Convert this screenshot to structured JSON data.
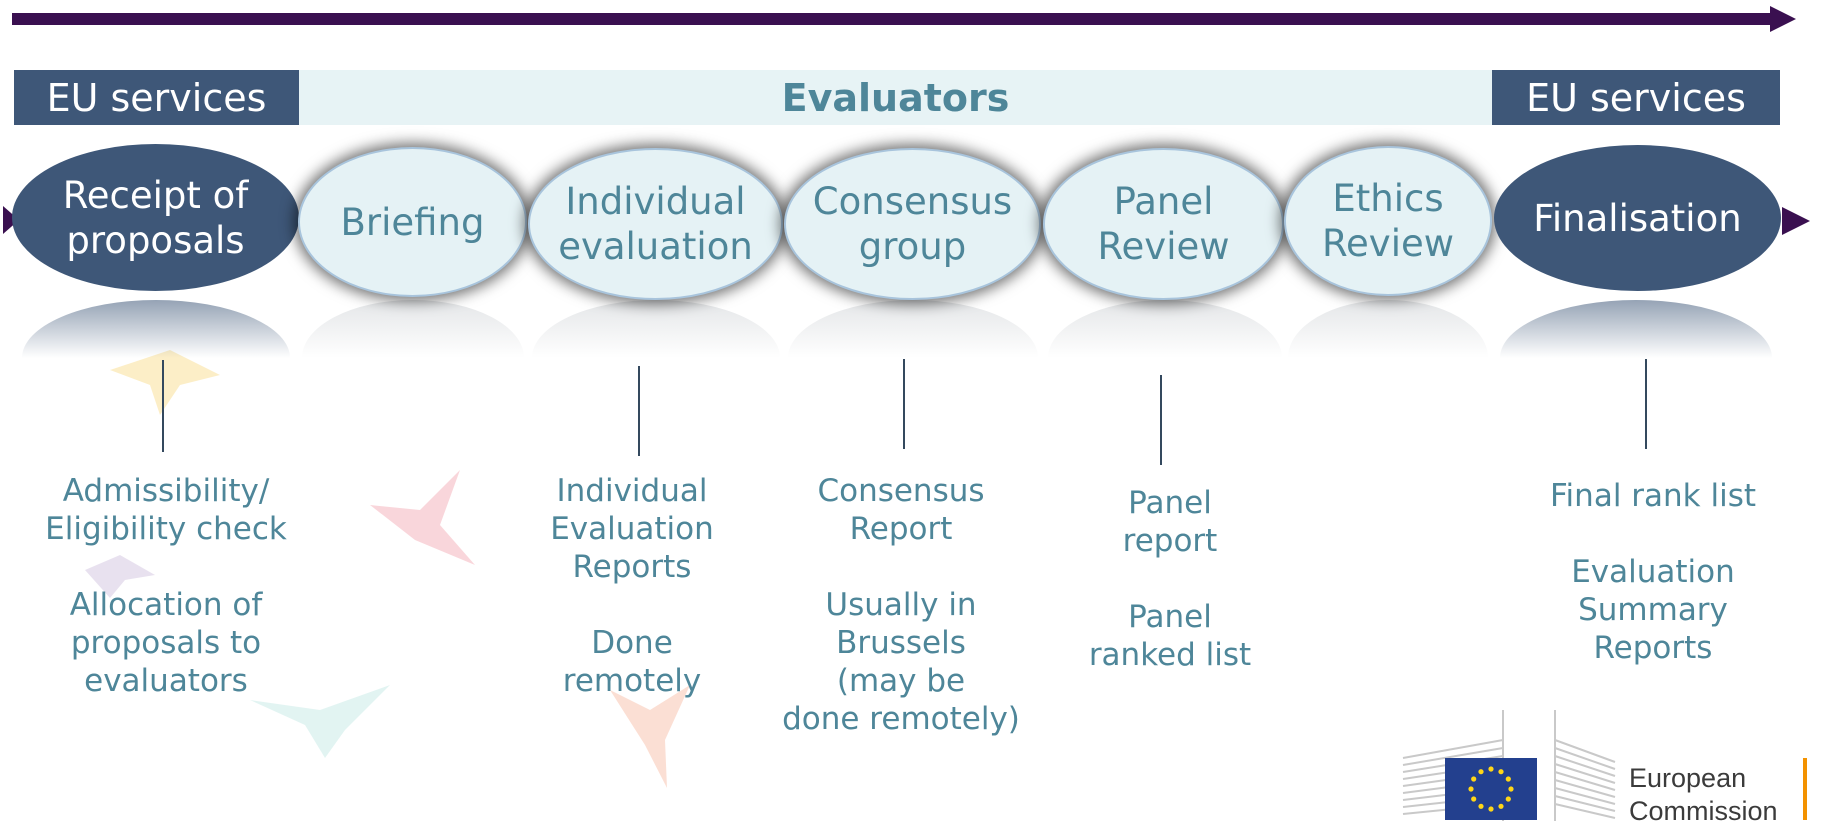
{
  "header": {
    "left": "EU services",
    "middle": "Evaluators",
    "right": "EU services"
  },
  "steps": [
    {
      "l1": "Receipt of",
      "l2": "proposals"
    },
    {
      "l1": "Briefing",
      "l2": ""
    },
    {
      "l1": "Individual",
      "l2": "evaluation"
    },
    {
      "l1": "Consensus",
      "l2": "group"
    },
    {
      "l1": "Panel",
      "l2": "Review"
    },
    {
      "l1": "Ethics",
      "l2": "Review"
    },
    {
      "l1": "Finalisation",
      "l2": ""
    }
  ],
  "outputs": {
    "receipt": {
      "a": [
        "Admissibility/",
        "Eligibility check"
      ],
      "b": [
        "Allocation of",
        "proposals to",
        "evaluators"
      ]
    },
    "individual": {
      "a": [
        "Individual",
        "Evaluation",
        "Reports"
      ],
      "b": [
        "Done",
        "remotely"
      ]
    },
    "consensus": {
      "a": [
        "Consensus",
        "Report"
      ],
      "b": [
        "Usually in",
        "Brussels",
        "(may be",
        "done remotely)"
      ]
    },
    "panel": {
      "a": [
        "Panel",
        "report"
      ],
      "b": [
        "Panel",
        "ranked list"
      ]
    },
    "final": {
      "a": [
        "Final rank list"
      ],
      "b": [
        "Evaluation",
        "Summary",
        "Reports"
      ]
    }
  },
  "logo": {
    "line1": "European",
    "line2": "Commission",
    "flag_color": "#23408e",
    "star_color": "#ffd617",
    "bar_color": "#f39200"
  },
  "colors": {
    "timeline": "#3a1050",
    "dark": "#3e5778",
    "light_bg": "#e7f3f5",
    "teal_text": "#4e8699"
  }
}
